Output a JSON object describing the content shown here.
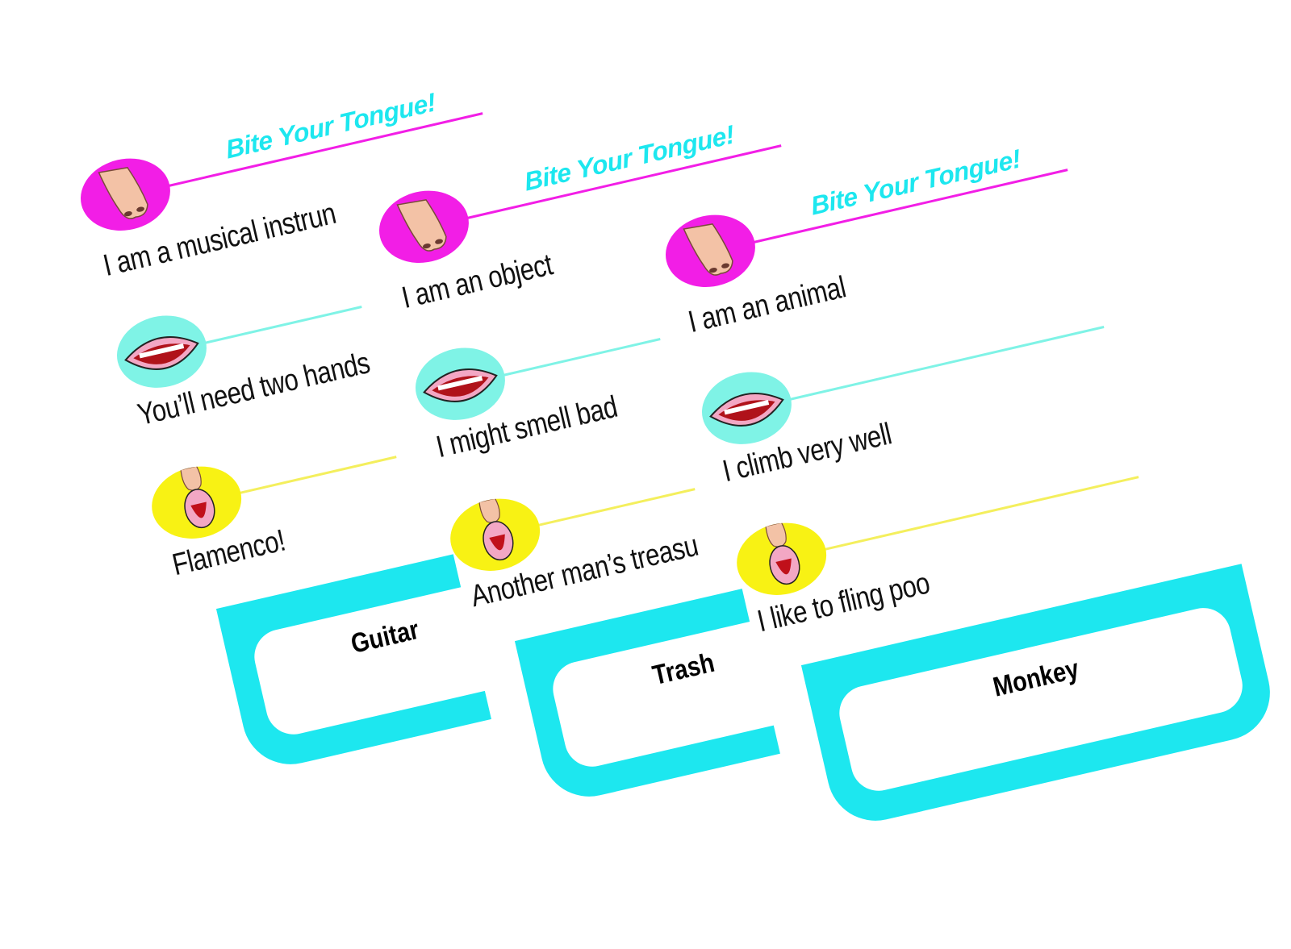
{
  "cards": [
    {
      "title": "Bite Your Tongue!",
      "clues": [
        "I am a musical instrun",
        "You’ll need two hands",
        "Flamenco!"
      ],
      "answer": "Guitar"
    },
    {
      "title": "Bite Your Tongue!",
      "clues": [
        "I am an object",
        "I might smell bad",
        "Another man’s treasu"
      ],
      "answer": "Trash"
    },
    {
      "title": "Bite Your Tongue!",
      "clues": [
        "I am an animal",
        "I climb very well",
        "I like to fling poo"
      ],
      "answer": "Monkey"
    }
  ],
  "icons": [
    "nose-icon",
    "mouth-icon",
    "tongue-icon"
  ],
  "colors": {
    "title": "#1de7ef",
    "magenta": "#f21ee6",
    "aqua": "#7ff3e6",
    "yellow": "#f8f214",
    "answer_frame": "#1de7ef"
  }
}
